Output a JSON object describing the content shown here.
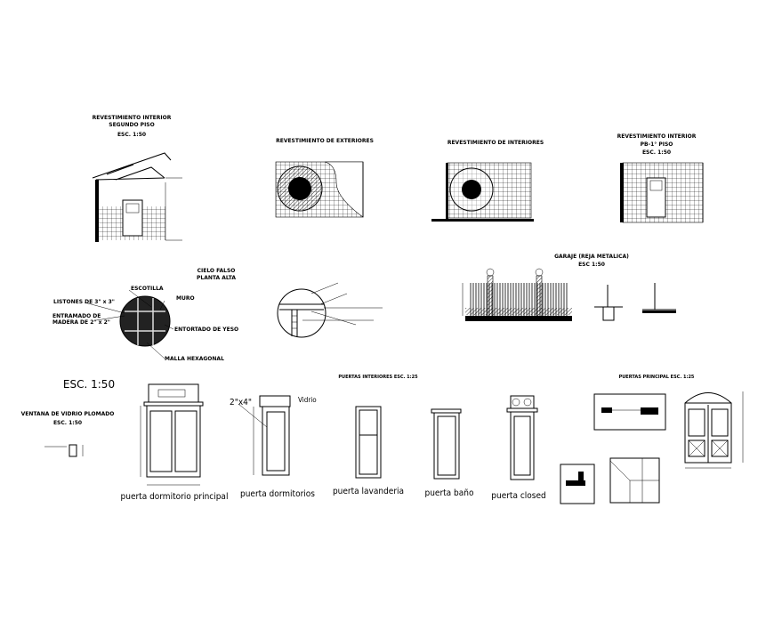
{
  "drawings": {
    "rev_interior_segundo": {
      "title1": "REVESTIMIENTO INTERIOR",
      "title2": "SEGUNDO PISO",
      "scale": "ESC. 1:50"
    },
    "rev_exteriores": {
      "title": "REVESTIMIENTO DE EXTERIORES"
    },
    "rev_interiores": {
      "title": "REVESTIMIENTO DE INTERIORES"
    },
    "rev_interior_pb": {
      "title1": "REVESTIMIENTO INTERIOR",
      "title2": "PB-1° PISO",
      "scale": "ESC. 1:50"
    },
    "cielo_falso": {
      "title1": "CIELO FALSO",
      "title2": "PLANTA ALTA",
      "labels": {
        "escotilla": "ESCOTILLA",
        "listones": "LISTONES DE 3\" x 3\"",
        "muro": "MURO",
        "entramado1": "ENTRAMADO DE",
        "entramado2": "MADERA DE 2\" x 2\"",
        "entortado": "ENTORTADO DE YESO",
        "malla": "MALLA HEXAGONAL"
      }
    },
    "garaje": {
      "title1": "GARAJE (REJA METALICA)",
      "title2": "ESC 1:50"
    },
    "esc_general": "ESC. 1:50",
    "ventana": {
      "title1": "VENTANA DE VIDRIO PLOMADO",
      "title2": "ESC. 1:50"
    },
    "puertas_interiores": {
      "title": "PUERTAS INTERIORES  ESC. 1:25"
    },
    "puertas_principal": {
      "title": "PUERTAS PRINCIPAL  ESC. 1:25"
    },
    "doors": {
      "dormitorio_principal": "puerta dormitorio principal",
      "dormitorios": "puerta dormitorios",
      "dim_2x4": "2\"x4\"",
      "vidrio": "Vidrio",
      "lavanderia": "puerta lavanderia",
      "bano": "puerta baño",
      "closed": "puerta closed"
    }
  }
}
